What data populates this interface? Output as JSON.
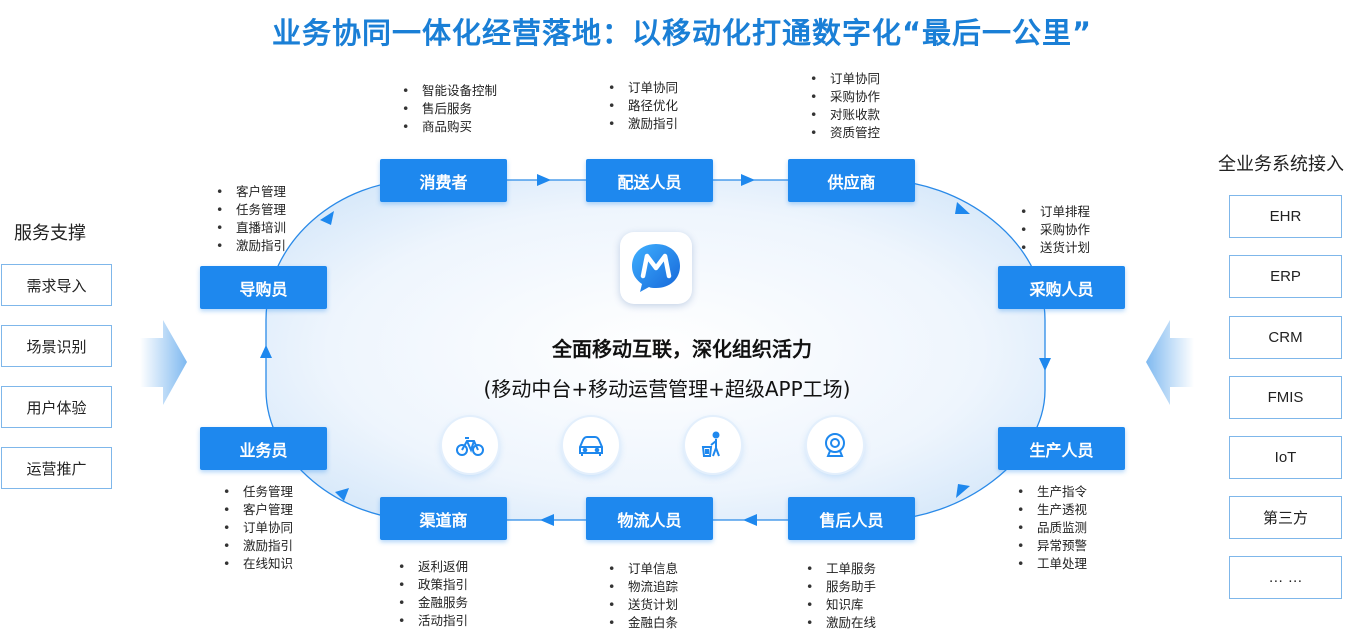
{
  "title": "业务协同一体化经营落地：以移动化打通数字化“最后一公里”",
  "center": {
    "main_line": "全面移动互联，深化组织活力",
    "sub_line": "(移动中台+移动运营管理+超级APP工场)"
  },
  "nodes": {
    "consumer": {
      "label": "消费者",
      "items": [
        "智能设备控制",
        "售后服务",
        "商品购买"
      ]
    },
    "delivery": {
      "label": "配送人员",
      "items": [
        "订单协同",
        "路径优化",
        "激励指引"
      ]
    },
    "supplier": {
      "label": "供应商",
      "items": [
        "订单协同",
        "采购协作",
        "对账收款",
        "资质管控"
      ]
    },
    "buyer": {
      "label": "采购人员",
      "items": [
        "订单排程",
        "采购协作",
        "送货计划"
      ]
    },
    "production": {
      "label": "生产人员",
      "items": [
        "生产指令",
        "生产透视",
        "品质监测",
        "异常预警",
        "工单处理"
      ]
    },
    "aftersales": {
      "label": "售后人员",
      "items": [
        "工单服务",
        "服务助手",
        "知识库",
        "激励在线"
      ]
    },
    "logistics": {
      "label": "物流人员",
      "items": [
        "订单信息",
        "物流追踪",
        "送货计划",
        "金融白条"
      ]
    },
    "channel": {
      "label": "渠道商",
      "items": [
        "返利返佣",
        "政策指引",
        "金融服务",
        "活动指引"
      ]
    },
    "sales": {
      "label": "业务员",
      "items": [
        "任务管理",
        "客户管理",
        "订单协同",
        "激励指引",
        "在线知识"
      ]
    },
    "guide": {
      "label": "导购员",
      "items": [
        "客户管理",
        "任务管理",
        "直播培训",
        "激励指引"
      ]
    }
  },
  "left_panel": {
    "title": "服务支撑",
    "items": [
      "需求导入",
      "场景识别",
      "用户体验",
      "运营推广"
    ]
  },
  "right_panel": {
    "title": "全业务系统接入",
    "items": [
      "EHR",
      "ERP",
      "CRM",
      "FMIS",
      "IoT",
      "第三方",
      "… …"
    ]
  },
  "icons": [
    "app-logo-icon",
    "bicycle-icon",
    "car-icon",
    "trash-person-icon",
    "camera-icon"
  ],
  "colors": {
    "accent": "#1e88ee",
    "title": "#1a7fd6",
    "ring": "#2a8ae8"
  }
}
